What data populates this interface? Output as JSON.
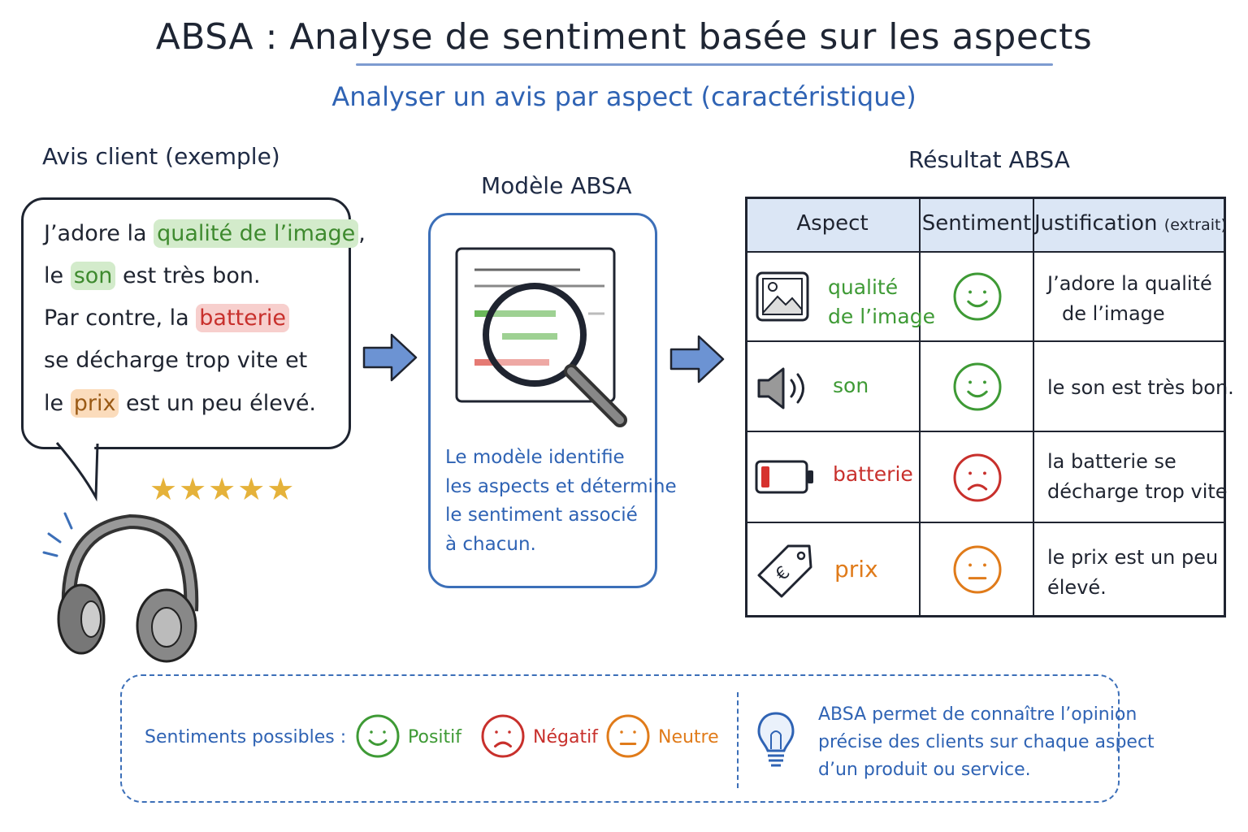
{
  "header": {
    "title": "ABSA : Analyse de sentiment basée sur les aspects",
    "subtitle": "Analyser un avis par aspect (caractéristique)"
  },
  "review": {
    "heading": "Avis client (exemple)",
    "lines": [
      {
        "before": "J’adore la ",
        "highlight": "qualité de l’image",
        "after": ","
      },
      {
        "before": "le ",
        "highlight": "son",
        "after": " est très bon."
      },
      {
        "before": "Par contre, la ",
        "highlight": "batterie",
        "after": ""
      },
      {
        "before": "se décharge trop vite et",
        "highlight": "",
        "after": ""
      },
      {
        "before": "le ",
        "highlight": "prix",
        "after": " est un peu élevé."
      }
    ],
    "stars": "★★★★★",
    "rating": 5
  },
  "model": {
    "heading": "Modèle ABSA",
    "description": [
      "Le modèle identifie",
      "les aspects et détermine",
      "le sentiment associé",
      "à chacun."
    ]
  },
  "result": {
    "heading": "Résultat ABSA",
    "columns": {
      "aspect": "Aspect",
      "sentiment": "Sentiment",
      "justification": "Justification",
      "justification_note": "(extrait)"
    },
    "rows": [
      {
        "aspect_lines": [
          "qualité",
          "de l’image"
        ],
        "icon": "image-icon",
        "sentiment": "positif",
        "justification_lines": [
          "J’adore la qualité",
          "de l’image"
        ]
      },
      {
        "aspect_lines": [
          "son"
        ],
        "icon": "speaker-icon",
        "sentiment": "positif",
        "justification_lines": [
          "le son est très bon."
        ]
      },
      {
        "aspect_lines": [
          "batterie"
        ],
        "icon": "battery-icon",
        "sentiment": "negatif",
        "justification_lines": [
          "la batterie se",
          "décharge trop vite"
        ]
      },
      {
        "aspect_lines": [
          "prix"
        ],
        "icon": "price-tag-icon",
        "sentiment": "neutre",
        "justification_lines": [
          "le prix est un peu",
          "élevé."
        ]
      }
    ]
  },
  "legend": {
    "label": "Sentiments possibles :",
    "positive": "Positif",
    "negative": "Négatif",
    "neutral": "Neutre",
    "note": [
      "ABSA permet de connaître l’opinion",
      "précise des clients sur chaque aspect",
      "d’un produit ou service."
    ]
  },
  "colors": {
    "positive": "#3e9a35",
    "negative": "#c8302c",
    "neutral": "#e07b1a",
    "accent": "#2f63b4"
  }
}
